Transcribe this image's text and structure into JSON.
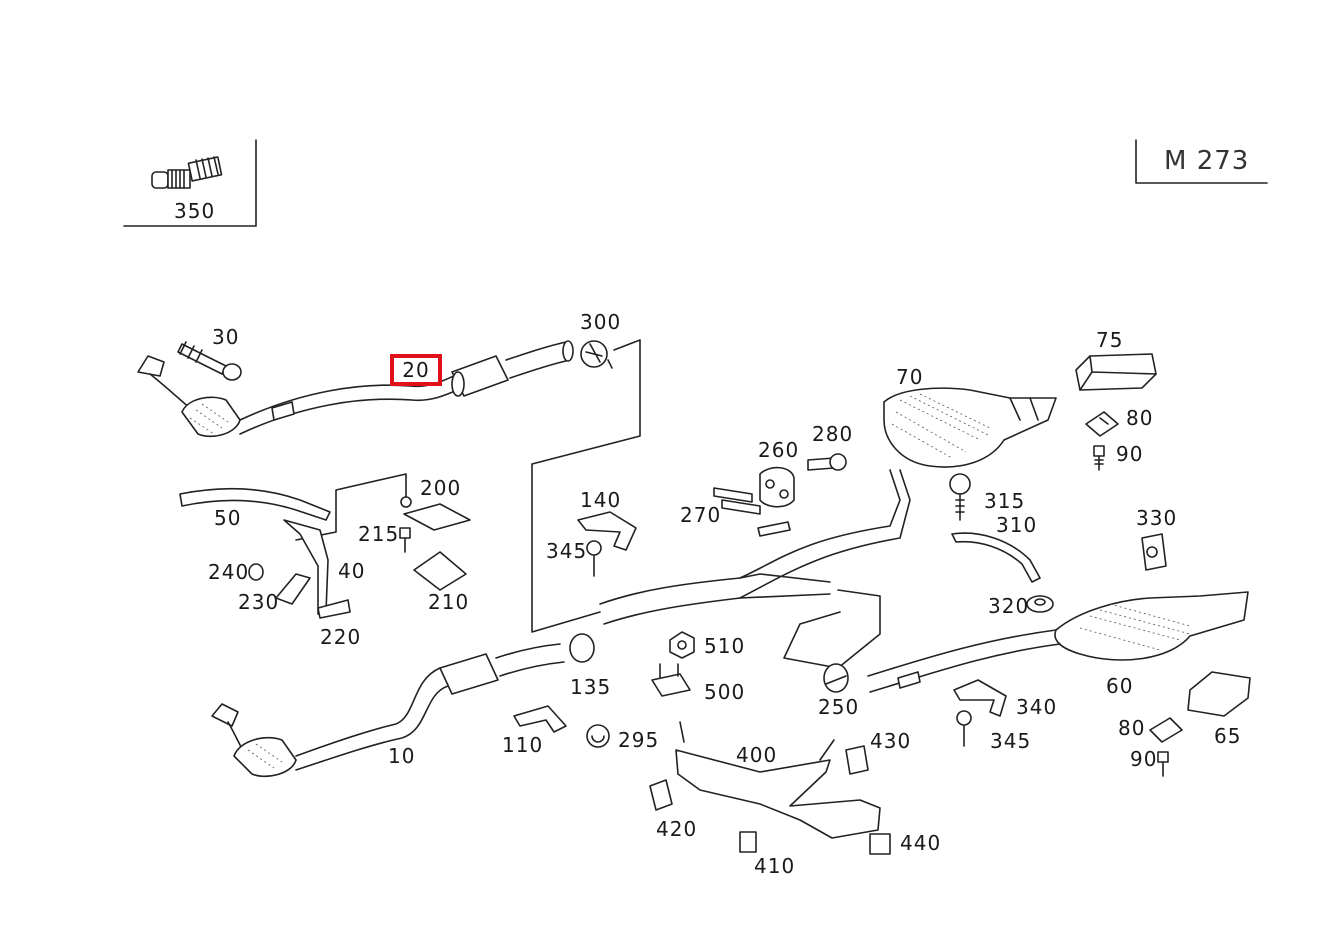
{
  "model_badge": "M 273",
  "highlighted_part": "20",
  "parts": [
    {
      "id": "p350",
      "label": "350"
    },
    {
      "id": "p30",
      "label": "30"
    },
    {
      "id": "p20",
      "label": "20"
    },
    {
      "id": "p300",
      "label": "300"
    },
    {
      "id": "p75",
      "label": "75"
    },
    {
      "id": "p70",
      "label": "70"
    },
    {
      "id": "p80a",
      "label": "80"
    },
    {
      "id": "p90a",
      "label": "90"
    },
    {
      "id": "p260",
      "label": "260"
    },
    {
      "id": "p280",
      "label": "280"
    },
    {
      "id": "p200",
      "label": "200"
    },
    {
      "id": "p50",
      "label": "50"
    },
    {
      "id": "p215",
      "label": "215"
    },
    {
      "id": "p140",
      "label": "140"
    },
    {
      "id": "p270",
      "label": "270"
    },
    {
      "id": "p315",
      "label": "315"
    },
    {
      "id": "p310",
      "label": "310"
    },
    {
      "id": "p330",
      "label": "330"
    },
    {
      "id": "p345a",
      "label": "345"
    },
    {
      "id": "p240",
      "label": "240"
    },
    {
      "id": "p40",
      "label": "40"
    },
    {
      "id": "p230",
      "label": "230"
    },
    {
      "id": "p210",
      "label": "210"
    },
    {
      "id": "p220",
      "label": "220"
    },
    {
      "id": "p320",
      "label": "320"
    },
    {
      "id": "p510",
      "label": "510"
    },
    {
      "id": "p60",
      "label": "60"
    },
    {
      "id": "p135",
      "label": "135"
    },
    {
      "id": "p500",
      "label": "500"
    },
    {
      "id": "p250",
      "label": "250"
    },
    {
      "id": "p340",
      "label": "340"
    },
    {
      "id": "p110",
      "label": "110"
    },
    {
      "id": "p295",
      "label": "295"
    },
    {
      "id": "p400",
      "label": "400"
    },
    {
      "id": "p430",
      "label": "430"
    },
    {
      "id": "p345b",
      "label": "345"
    },
    {
      "id": "p80b",
      "label": "80"
    },
    {
      "id": "p65",
      "label": "65"
    },
    {
      "id": "p10",
      "label": "10"
    },
    {
      "id": "p90b",
      "label": "90"
    },
    {
      "id": "p420",
      "label": "420"
    },
    {
      "id": "p440",
      "label": "440"
    },
    {
      "id": "p410",
      "label": "410"
    }
  ]
}
